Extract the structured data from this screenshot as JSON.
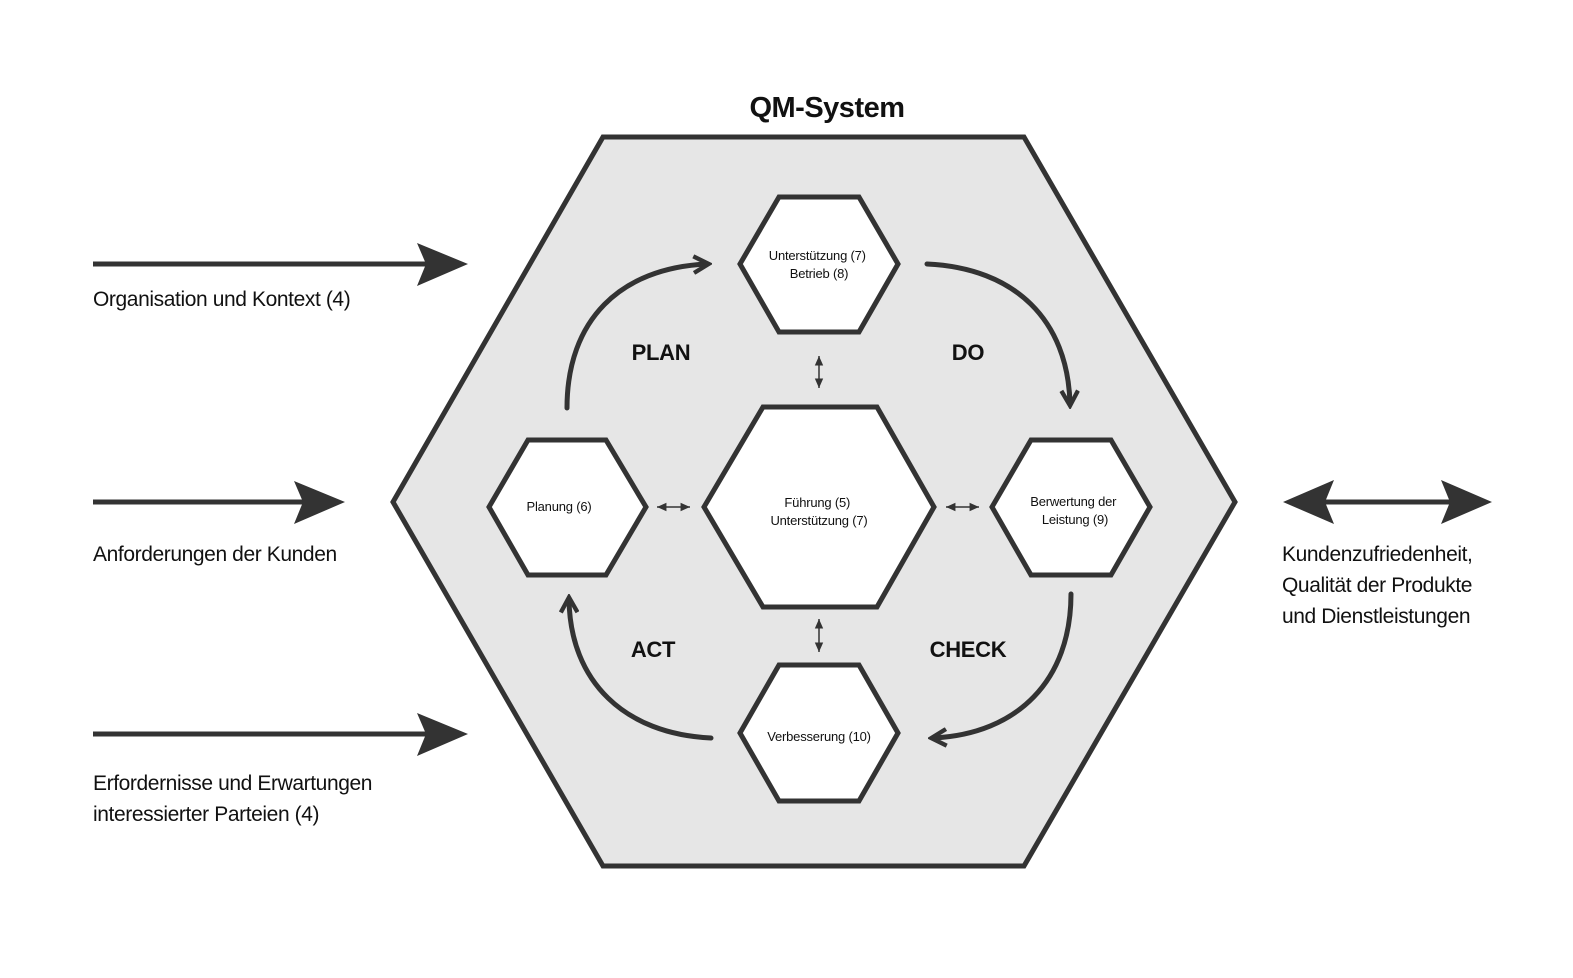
{
  "title": "QM-System",
  "colors": {
    "outer_fill": "#e6e6e6",
    "stroke": "#333333",
    "inner_fill": "#ffffff",
    "text": "#111111"
  },
  "inputs": [
    {
      "id": "org",
      "lines": [
        "Organisation und Kontext (4)"
      ]
    },
    {
      "id": "customers",
      "lines": [
        "Anforderungen der Kunden"
      ]
    },
    {
      "id": "parties",
      "lines": [
        "Erfordernisse und Erwartungen",
        "interessierter Parteien (4)"
      ]
    }
  ],
  "output": {
    "lines": [
      "Kundenzufriedenheit,",
      "Qualität der Produkte",
      "und Dienstleistungen"
    ],
    "arrow": "bidirectional"
  },
  "nodes": [
    {
      "id": "top",
      "lines": [
        "Unterstützung (7)",
        "Betrieb (8)"
      ]
    },
    {
      "id": "left",
      "lines": [
        "Planung (6)"
      ]
    },
    {
      "id": "center",
      "lines": [
        "Führung (5)",
        "Unterstützung (7)"
      ]
    },
    {
      "id": "right",
      "lines": [
        "Berwertung der",
        "Leistung (9)"
      ]
    },
    {
      "id": "bottom",
      "lines": [
        "Verbesserung (10)"
      ]
    }
  ],
  "phases": [
    {
      "id": "plan",
      "label": "PLAN"
    },
    {
      "id": "do",
      "label": "DO"
    },
    {
      "id": "check",
      "label": "CHECK"
    },
    {
      "id": "act",
      "label": "ACT"
    }
  ]
}
